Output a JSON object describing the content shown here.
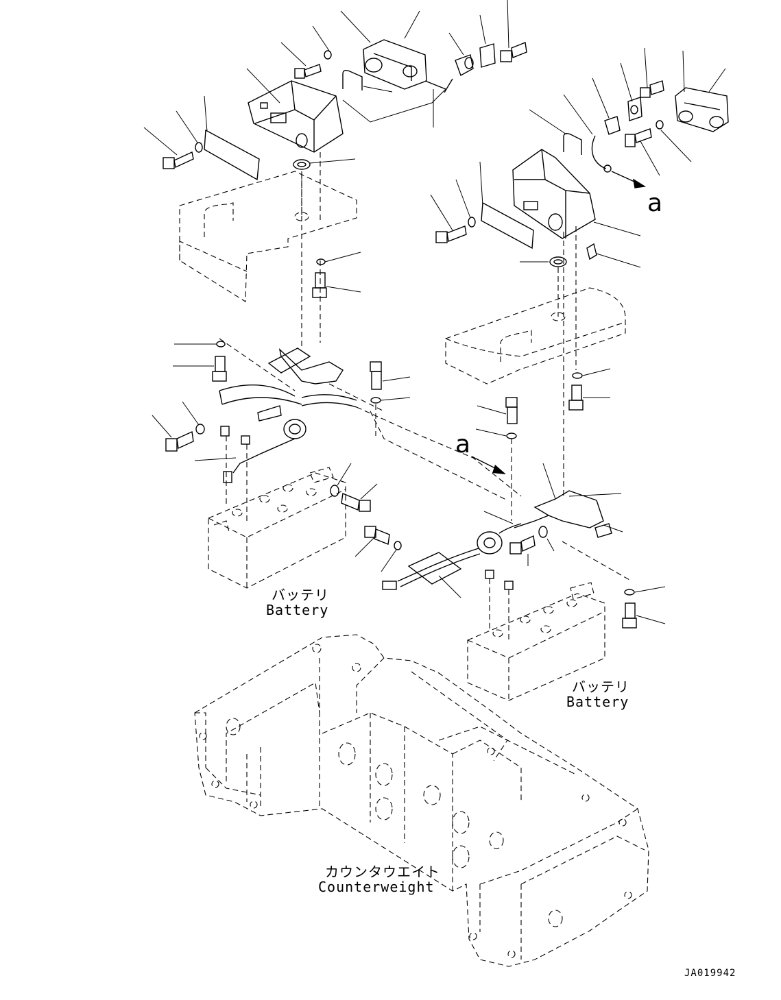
{
  "labels": {
    "battery_left_jp": "バッテリ",
    "battery_left_en": "Battery",
    "battery_right_jp": "バッテリ",
    "battery_right_en": "Battery",
    "counterweight_jp": "カウンタウエイト",
    "counterweight_en": "Counterweight",
    "view_ref_a_top": "a",
    "view_ref_a_mid": "a",
    "drawing_code": "JA019942"
  },
  "colors": {
    "line": "#000000",
    "background": "#ffffff"
  }
}
